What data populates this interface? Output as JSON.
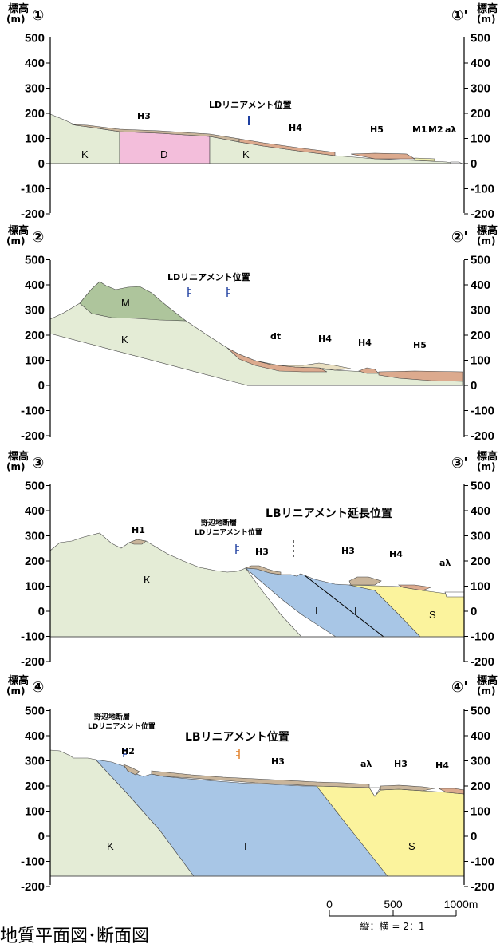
{
  "colors": {
    "K": "#e4ecd6",
    "D": "#f3bedb",
    "M": "#aec59c",
    "I": "#a8c6e6",
    "S": "#fbf39d",
    "terrace_high": "#c9b59b",
    "terrace_low": "#dcaa8e",
    "alluvium": "#ffffff",
    "lineament_LD": "#1e3fa0",
    "lineament_LB": "#e07b1f"
  },
  "axis": {
    "label_left_top": "標高",
    "label_left_unit": "(m)",
    "label_right_top": "標高",
    "label_right_unit": "(m)",
    "ticks": [
      "500",
      "400",
      "300",
      "200",
      "100",
      "0",
      "-100",
      "-200"
    ]
  },
  "sections": [
    {
      "id": "1",
      "left_label": "①",
      "right_label": "①'",
      "units": {
        "K1": "K",
        "D": "D",
        "K2": "K"
      },
      "labels": {
        "H3": "H3",
        "H4": "H4",
        "H5": "H5",
        "M1": "M1",
        "M2": "M2",
        "al": "aλ",
        "lineament": "LDリニアメント位置"
      }
    },
    {
      "id": "2",
      "left_label": "②",
      "right_label": "②'",
      "units": {
        "M": "M",
        "K": "K"
      },
      "labels": {
        "dt": "dt",
        "H4a": "H4",
        "H4b": "H4",
        "H5": "H5",
        "lineament": "LDリニアメント位置"
      }
    },
    {
      "id": "3",
      "left_label": "③",
      "right_label": "③'",
      "units": {
        "K": "K",
        "I1": "I",
        "I2": "I",
        "S": "S"
      },
      "labels": {
        "H1": "H1",
        "H3a": "H3",
        "H3b": "H3",
        "H4": "H4",
        "al": "aλ",
        "fault_line1": "野辺地断層",
        "fault_line2": "LDリニアメント位置",
        "lb_extension": "LBリニアメント延長位置"
      }
    },
    {
      "id": "4",
      "left_label": "④",
      "right_label": "④'",
      "units": {
        "K": "K",
        "I": "I",
        "S": "S"
      },
      "labels": {
        "H2": "H2",
        "H3a": "H3",
        "H3b": "H3",
        "H4": "H4",
        "al": "aλ",
        "fault_line1": "野辺地断層",
        "fault_line2": "LDリニアメント位置",
        "lb": "LBリニアメント位置"
      }
    }
  ],
  "scale": {
    "ticks": [
      "0",
      "500",
      "1000m"
    ],
    "ratio": "縦：横 = 2：1"
  },
  "caption": "地質平面図･断面図"
}
